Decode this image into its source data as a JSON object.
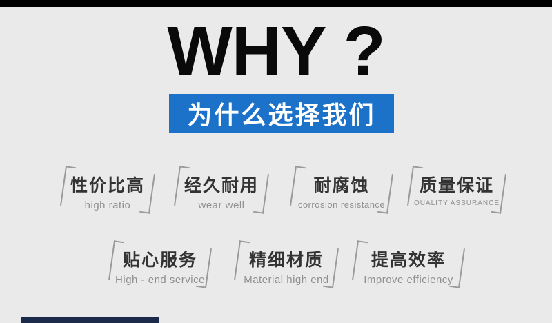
{
  "banner": {
    "title_en": "WHY ?",
    "title_cn": "为什么选择我们",
    "accent_blue": "#1b72c8"
  },
  "features": {
    "row1": [
      {
        "cn": "性价比高",
        "en": "high ratio"
      },
      {
        "cn": "经久耐用",
        "en": "wear well"
      },
      {
        "cn": "耐腐蚀",
        "en": "corrosion resistance"
      },
      {
        "cn": "质量保证",
        "en": "QUALITY ASSURANCE"
      }
    ],
    "row2": [
      {
        "cn": "贴心服务",
        "en": "High - end service"
      },
      {
        "cn": "精细材质",
        "en": "Material high end"
      },
      {
        "cn": "提高效率",
        "en": "Improve efficiency"
      }
    ]
  }
}
